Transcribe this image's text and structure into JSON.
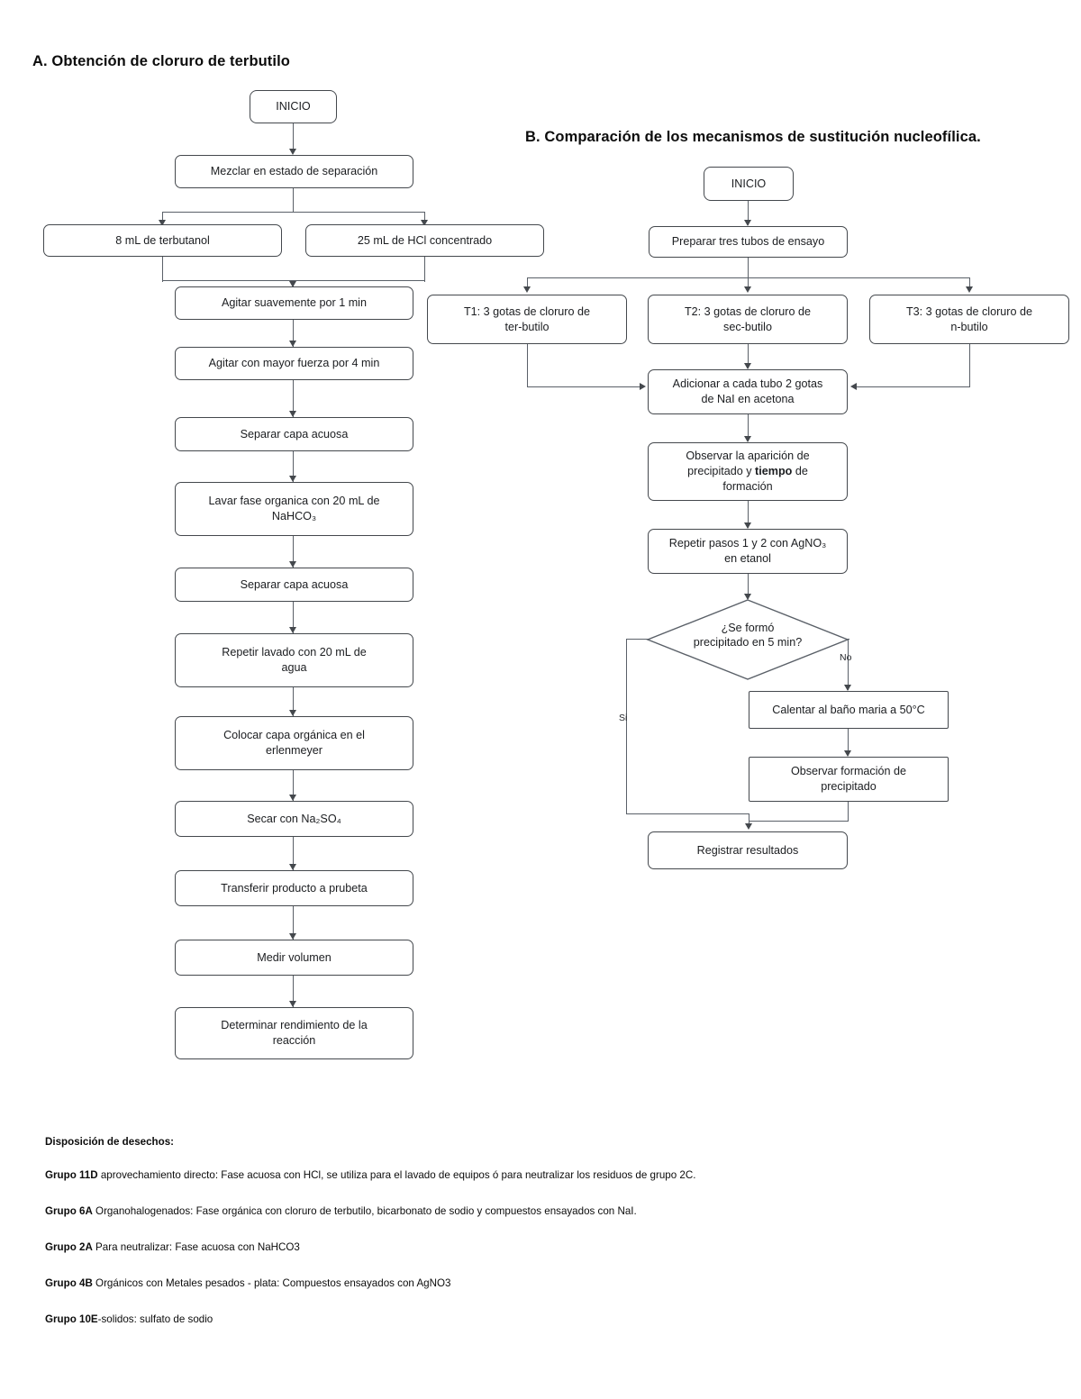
{
  "sections": {
    "a": {
      "title": "A. Obtención de cloruro de terbutilo",
      "nodes": {
        "start": "INICIO",
        "mezclar": "Mezclar en estado de separación",
        "terbutanol": "8 mL de terbutanol",
        "hcl": "25 mL de HCl concentrado",
        "agitar1": "Agitar suavemente por 1 min",
        "agitar4": "Agitar con mayor fuerza por 4 min",
        "separar1": "Separar capa acuosa",
        "lavar_nahco3_l1": "Lavar fase organica con 20 mL de",
        "lavar_nahco3_l2": "NaHCO₃",
        "separar2": "Separar capa acuosa",
        "repetir_agua_l1": "Repetir lavado con 20 mL de",
        "repetir_agua_l2": "agua",
        "erlenmeyer_l1": "Colocar capa orgánica en el",
        "erlenmeyer_l2": "erlenmeyer",
        "secar": "Secar con Na₂SO₄",
        "transferir": "Transferir producto a prubeta",
        "medir": "Medir volumen",
        "rendimiento_l1": "Determinar rendimiento de la",
        "rendimiento_l2": "reacción"
      }
    },
    "b": {
      "title": "B. Comparación de los mecanismos de sustitución nucleofílica.",
      "nodes": {
        "start": "INICIO",
        "preparar": "Preparar tres tubos de ensayo",
        "t1_l1": "T1: 3 gotas de cloruro de",
        "t1_l2": "ter-butilo",
        "t2_l1": "T2: 3 gotas de cloruro de",
        "t2_l2": "sec-butilo",
        "t3_l1": "T3: 3 gotas de cloruro de",
        "t3_l2": "n-butilo",
        "adicionar_l1": "Adicionar a cada tubo 2 gotas",
        "adicionar_l2": "de NaI en acetona",
        "observar_l1": "Observar la aparición de",
        "observar_l2_pre": "precipitado y ",
        "observar_l2_bold": "tiempo",
        "observar_l2_post": " de",
        "observar_l3": "formación",
        "repetir_l1": "Repetir pasos 1 y 2 con AgNO₃",
        "repetir_l2": "en etanol",
        "decision_l1": "¿Se formó",
        "decision_l2": "precipitado en 5 min?",
        "calentar": "Calentar al baño maria a 50°C",
        "observar_form_l1": "Observar formación de",
        "observar_form_l2": "precipitado",
        "registrar": "Registrar resultados"
      },
      "edge_labels": {
        "yes": "Si",
        "no": "No"
      }
    }
  },
  "footer": {
    "heading": "Disposición de desechos:",
    "items": [
      {
        "group": "Grupo 11D",
        "text": " aprovechamiento directo: Fase acuosa con HCl, se utiliza para el lavado de equipos ó para neutralizar los residuos de grupo 2C."
      },
      {
        "group": "Grupo 6A",
        "text": " Organohalogenados: Fase orgánica con cloruro de terbutilo, bicarbonato de sodio y compuestos ensayados con NaI."
      },
      {
        "group": "Grupo 2A",
        "text": " Para neutralizar: Fase acuosa con NaHCO3"
      },
      {
        "group": "Grupo 4B",
        "text": " Orgánicos con Metales pesados - plata: Compuestos ensayados con AgNO3"
      },
      {
        "group": "Grupo 10E",
        "text": "-solidos: sulfato de sodio"
      }
    ]
  },
  "colors": {
    "node_border": "#44484d",
    "connector": "#5a6068",
    "text": "#1b1d20",
    "background": "#ffffff"
  }
}
